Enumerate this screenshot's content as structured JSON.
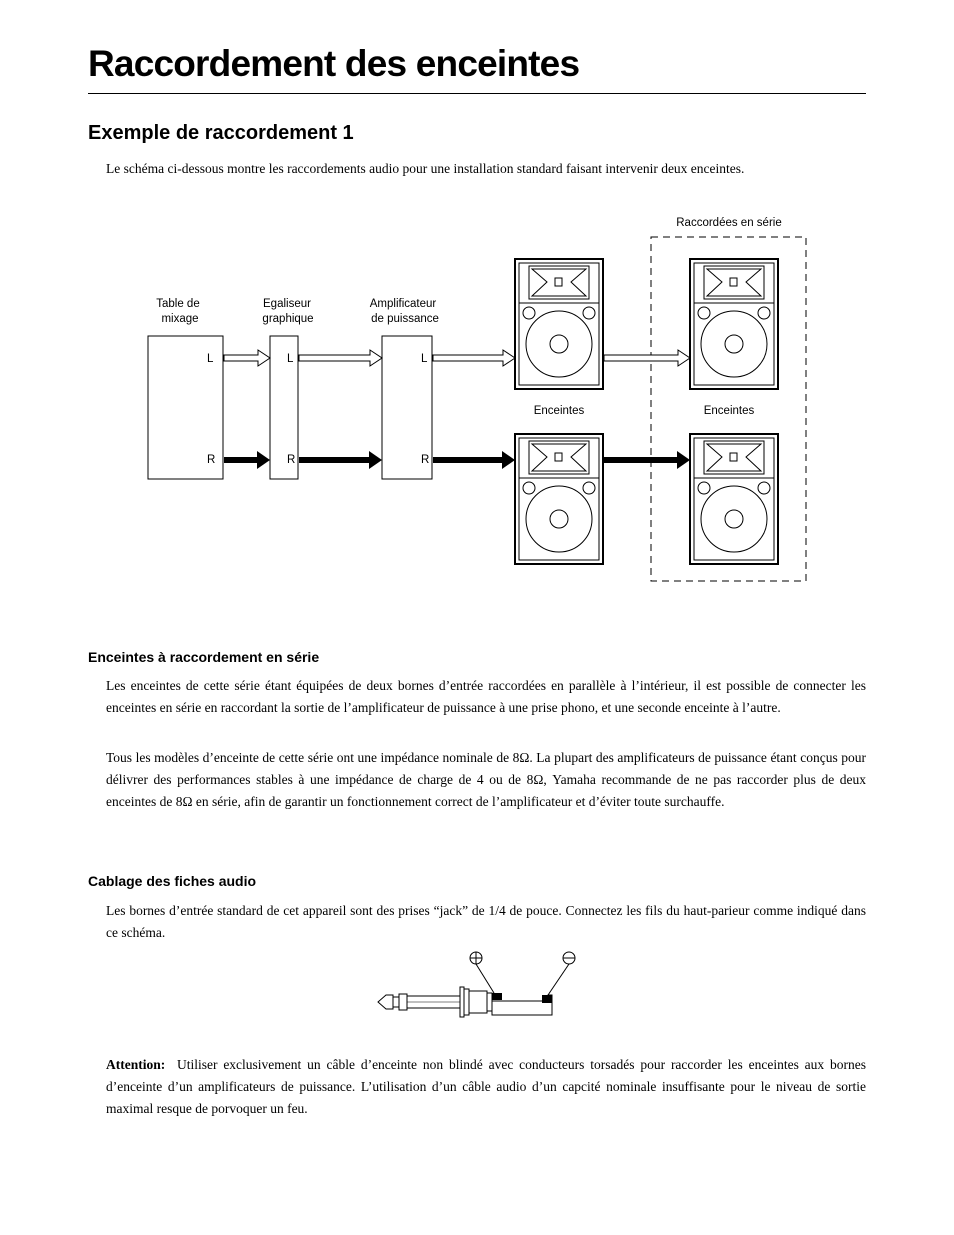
{
  "title": "Raccordement des enceintes",
  "section_heading": "Exemple de raccordement 1",
  "intro": "Le schéma ci-dessous montre les raccordements audio pour une installation standard faisant intervenir deux enceintes.",
  "diagram": {
    "series_label": "Raccordées en série",
    "mixer_label_line1": "Table de",
    "mixer_label_line2": "mixage",
    "eq_label_line1": "Egaliseur",
    "eq_label_line2": "graphique",
    "amp_label_line1": "Amplificateur",
    "amp_label_line2": "de puissance",
    "left_channel": "L",
    "right_channel": "R",
    "speakers_label_1": "Enceintes",
    "speakers_label_2": "Enceintes"
  },
  "series_section": {
    "heading": "Enceintes à raccordement en série",
    "paragraph1": "Les enceintes de cette série étant équipées de deux bornes d’entrée raccordées en parallèle à l’intérieur, il est possible de connecter les enceintes en série en raccordant la sortie de l’amplificateur de puissance à une prise phono, et une seconde enceinte à l’autre.",
    "paragraph2": "Tous les modèles d’enceinte de cette série ont une impédance nominale de 8Ω. La plupart des amplificateurs de puissance étant conçus pour délivrer des performances stables à une impédance de charge de 4 ou de 8Ω, Yamaha recommande de ne pas raccorder plus de deux enceintes de 8Ω en série, afin de garantir un fonctionnement correct de l’amplificateur et d’éviter toute surchauffe."
  },
  "cabling_section": {
    "heading": "Cablage des fiches audio",
    "paragraph": "Les bornes d’entrée standard de cet appareil sont des prises “jack” de 1/4 de pouce. Connectez les fils du haut-parieur comme indiqué dans ce schéma.",
    "plus_symbol": "⊕",
    "minus_symbol": "⊖"
  },
  "attention": {
    "label": "Attention:",
    "text": "Utiliser exclusivement un câble d’enceinte non blindé avec conducteurs torsadés pour raccorder les enceintes aux bornes d’enceinte d’un amplificateurs de puissance.  L’utilisation d’un câble audio d’un capcité nominale insuffisante pour le niveau de sortie maximal resque de porvoquer un feu."
  }
}
